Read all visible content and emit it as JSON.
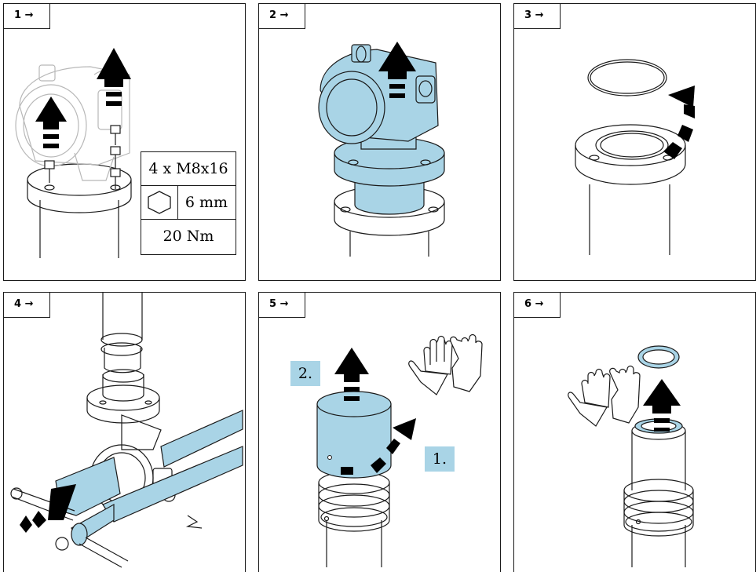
{
  "steps": [
    {
      "label": "1 →"
    },
    {
      "label": "2 →"
    },
    {
      "label": "3 →"
    },
    {
      "label": "4 →"
    },
    {
      "label": "5 →"
    },
    {
      "label": "6 →"
    }
  ],
  "spec": {
    "screws": "4 x M8x16",
    "wrench": "6 mm",
    "torque": "20 Nm",
    "wrench_icon": "hex-key-icon"
  },
  "step5": {
    "order_1": "1.",
    "order_2": "2."
  },
  "colors": {
    "highlight": "#a9d4e6",
    "line": "#1a1a1a",
    "arrow": "#000000"
  }
}
